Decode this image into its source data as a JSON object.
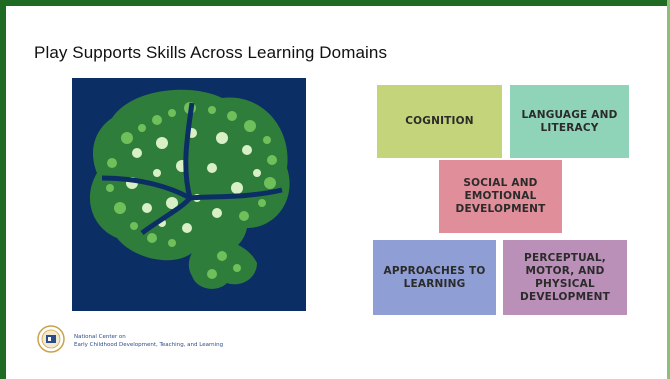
{
  "slide": {
    "title": "Play Supports Skills Across Learning Domains"
  },
  "domains": {
    "cognition": "COGNITION",
    "language": "LANGUAGE AND LITERACY",
    "social": "SOCIAL AND EMOTIONAL DEVELOPMENT",
    "approaches": "APPROACHES TO LEARNING",
    "perceptual": "PERCEPTUAL, MOTOR, AND PHYSICAL DEVELOPMENT"
  },
  "footer": {
    "org_line1": "National Center on",
    "org_line2": "Early Childhood Development, Teaching, and Learning"
  },
  "colors": {
    "frame": "#1f6b24",
    "brain_bg": "#0b2f64",
    "cognition": "#c3d47a",
    "language": "#8fd3b9",
    "social": "#e08e99",
    "approaches": "#8f9ed4",
    "perceptual": "#bb90b8"
  },
  "icons": {
    "brain_illustration": "brain-hands-icon",
    "logo": "seal-logo-icon"
  }
}
